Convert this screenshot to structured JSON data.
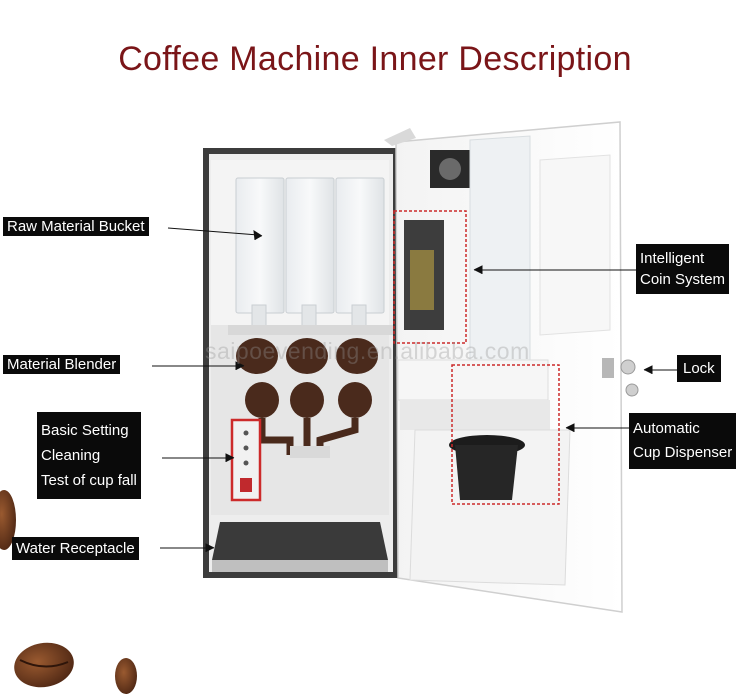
{
  "title": "Coffee Machine Inner Description",
  "watermark": "saipoevending.en.alibaba.com",
  "labels": {
    "raw_material_bucket": "Raw Material Bucket",
    "material_blender": "Material Blender",
    "basic_setting": [
      "Basic Setting",
      "Cleaning",
      "Test of cup fall"
    ],
    "water_receptacle": "Water Receptacle",
    "coin_system": [
      "Intelligent",
      "Coin System"
    ],
    "lock": "Lock",
    "cup_dispenser": [
      "Automatic",
      "Cup Dispenser"
    ]
  },
  "colors": {
    "title": "#7a1518",
    "label_bg": "#0a0a0a",
    "highlight_box": "#cc2a2a",
    "blender": "#4a2a1c",
    "coffee_bean": "#6b3a1f"
  }
}
